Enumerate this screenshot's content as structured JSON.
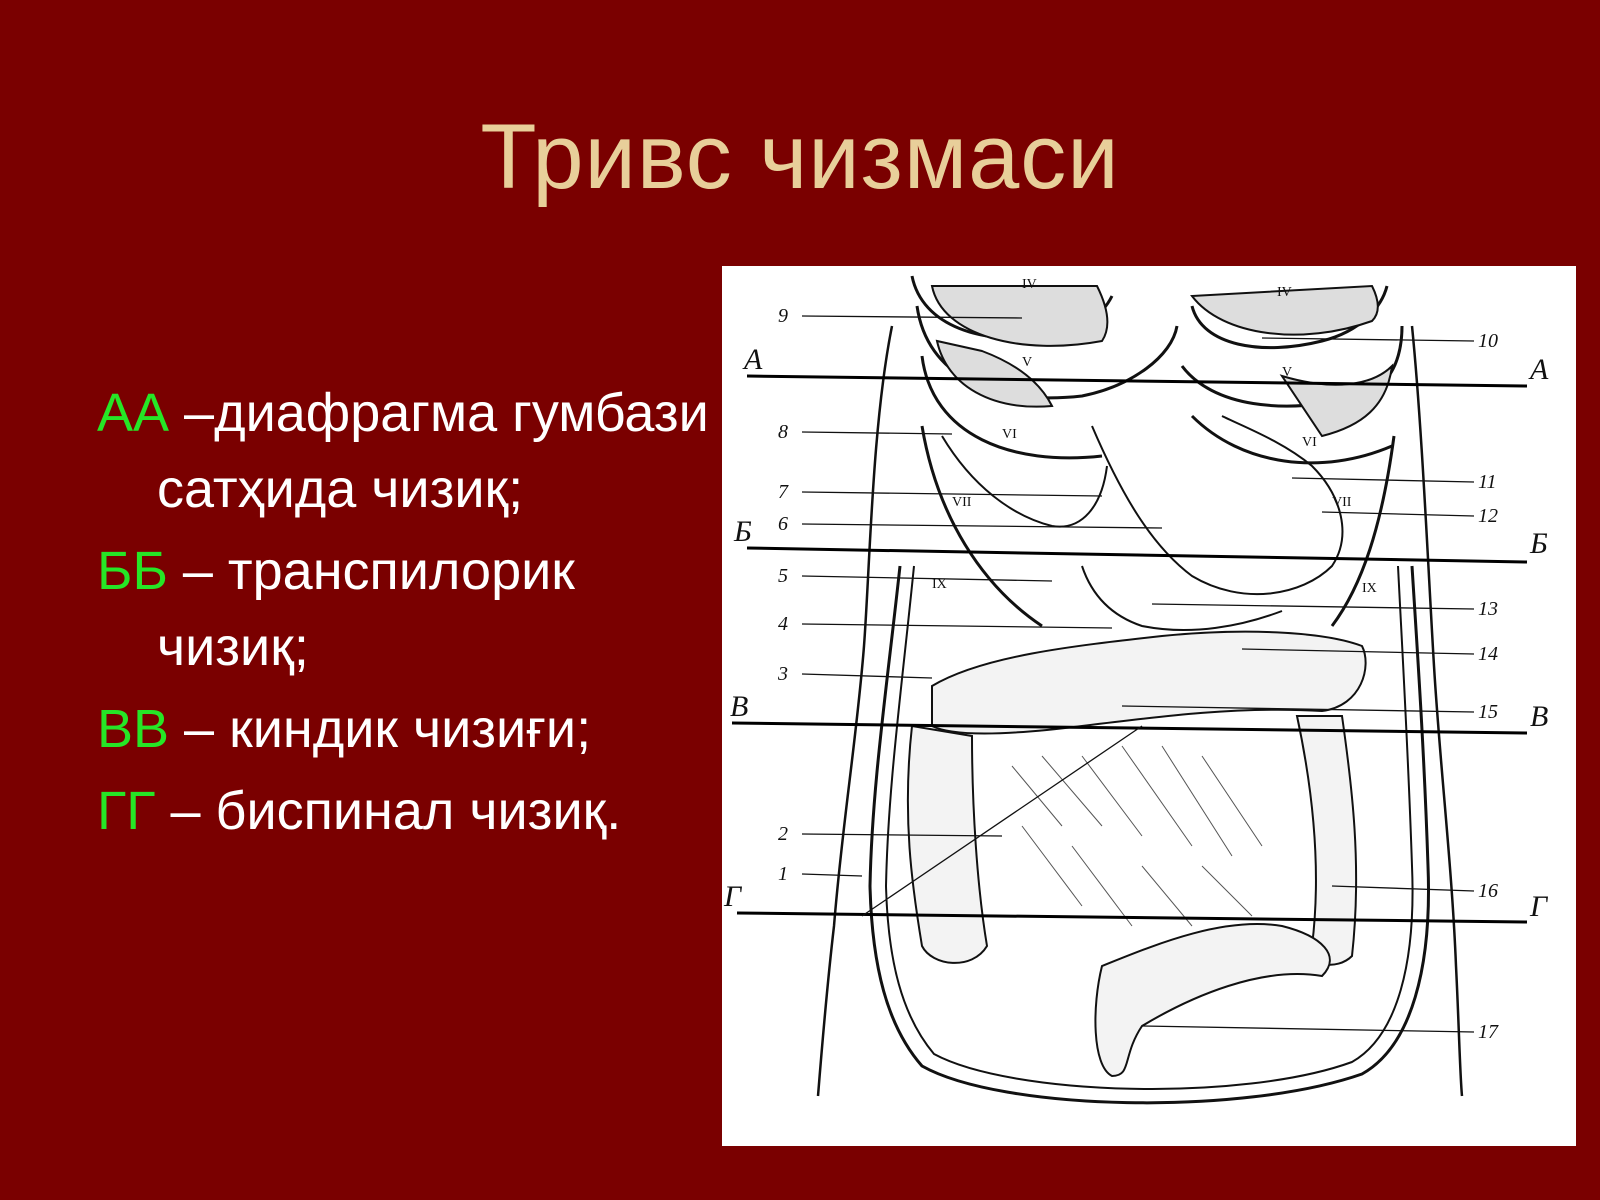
{
  "slide": {
    "title": "Тривс чизмаси"
  },
  "bullets": [
    {
      "code": "АА",
      "text": " –диафрагма гумбази сатҳида чизиқ;"
    },
    {
      "code": "ББ",
      "text": " – транспилорик чизиқ;"
    },
    {
      "code": "ВВ",
      "text": " – киндик чизиғи;"
    },
    {
      "code": "ГГ",
      "text": " – биспинал чизиқ."
    }
  ],
  "figure": {
    "level_labels": {
      "a_left": "А",
      "a_right": "А",
      "b_left": "Б",
      "b_right": "Б",
      "v_left": "В",
      "v_right": "В",
      "g_left": "Г",
      "g_right": "Г"
    },
    "left_numbers": [
      "9",
      "8",
      "7",
      "6",
      "5",
      "4",
      "3",
      "2",
      "1"
    ],
    "right_numbers": [
      "10",
      "11",
      "12",
      "13",
      "14",
      "15",
      "16",
      "17"
    ],
    "rib_labels": [
      "IV",
      "IV",
      "V",
      "V",
      "VI",
      "VI",
      "VII",
      "VII",
      "IX",
      "IX"
    ]
  }
}
